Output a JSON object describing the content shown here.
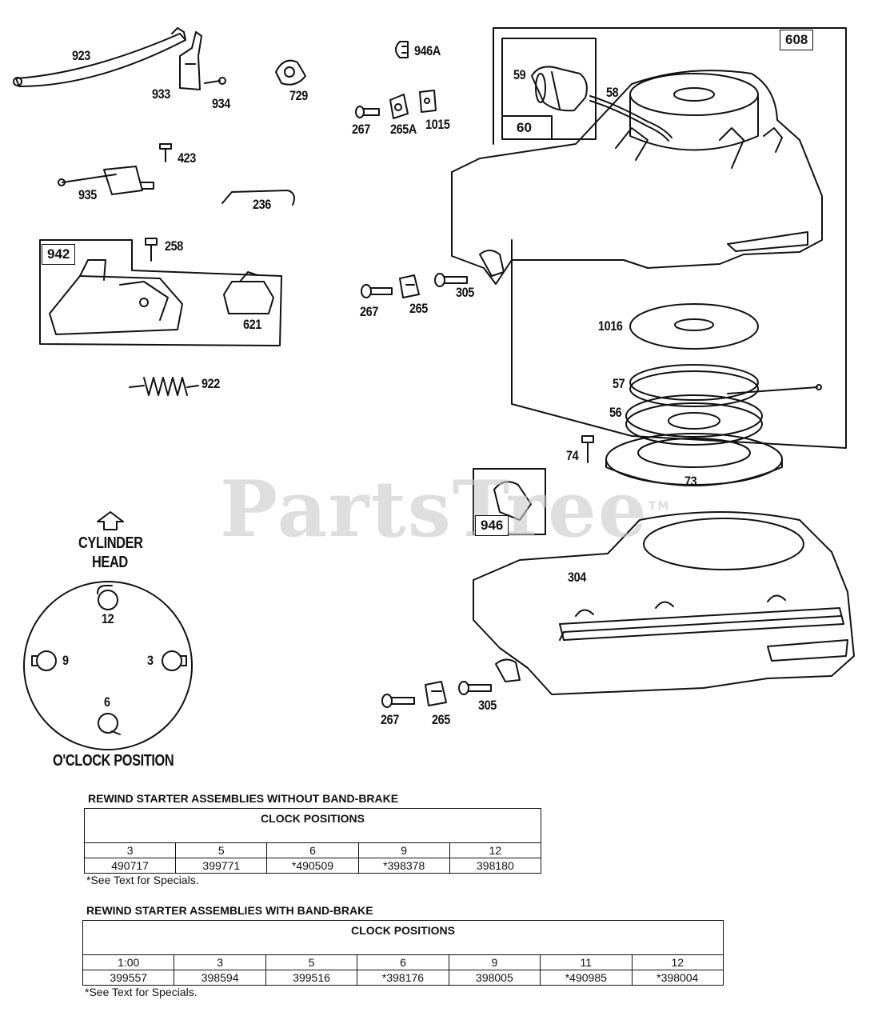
{
  "watermark": {
    "text": "PartsTree",
    "tm": "TM"
  },
  "part_labels": {
    "p923": "923",
    "p933": "933",
    "p934": "934",
    "p729": "729",
    "p946a": "946A",
    "p267a": "267",
    "p265a": "265A",
    "p1015": "1015",
    "p423": "423",
    "p935": "935",
    "p236": "236",
    "p258": "258",
    "p621": "621",
    "p922": "922",
    "p59": "59",
    "p58": "58",
    "p267b": "267",
    "p265b": "265",
    "p305b": "305",
    "p1016": "1016",
    "p57": "57",
    "p56": "56",
    "p74": "74",
    "p73": "73",
    "p304": "304",
    "p267c": "267",
    "p265c": "265",
    "p305c": "305"
  },
  "box_labels": {
    "b942": "942",
    "b608": "608",
    "b60": "60",
    "b946": "946"
  },
  "clock_diagram": {
    "cylinder_line1": "CYLINDER",
    "cylinder_line2": "HEAD",
    "pos12": "12",
    "pos3": "3",
    "pos6": "6",
    "pos9": "9",
    "caption": "O'CLOCK POSITION"
  },
  "table1": {
    "title": "REWIND STARTER ASSEMBLIES WITHOUT BAND-BRAKE",
    "header": "CLOCK POSITIONS",
    "positions": [
      "3",
      "5",
      "6",
      "9",
      "12"
    ],
    "parts": [
      "490717",
      "399771",
      "*490509",
      "*398378",
      "398180"
    ],
    "note": "*See Text for Specials."
  },
  "table2": {
    "title": "REWIND STARTER ASSEMBLIES WITH BAND-BRAKE",
    "header": "CLOCK POSITIONS",
    "positions": [
      "1:00",
      "3",
      "5",
      "6",
      "9",
      "11",
      "12"
    ],
    "parts": [
      "399557",
      "398594",
      "399516",
      "*398176",
      "398005",
      "*490985",
      "*398004"
    ],
    "note": "*See Text for Specials."
  }
}
